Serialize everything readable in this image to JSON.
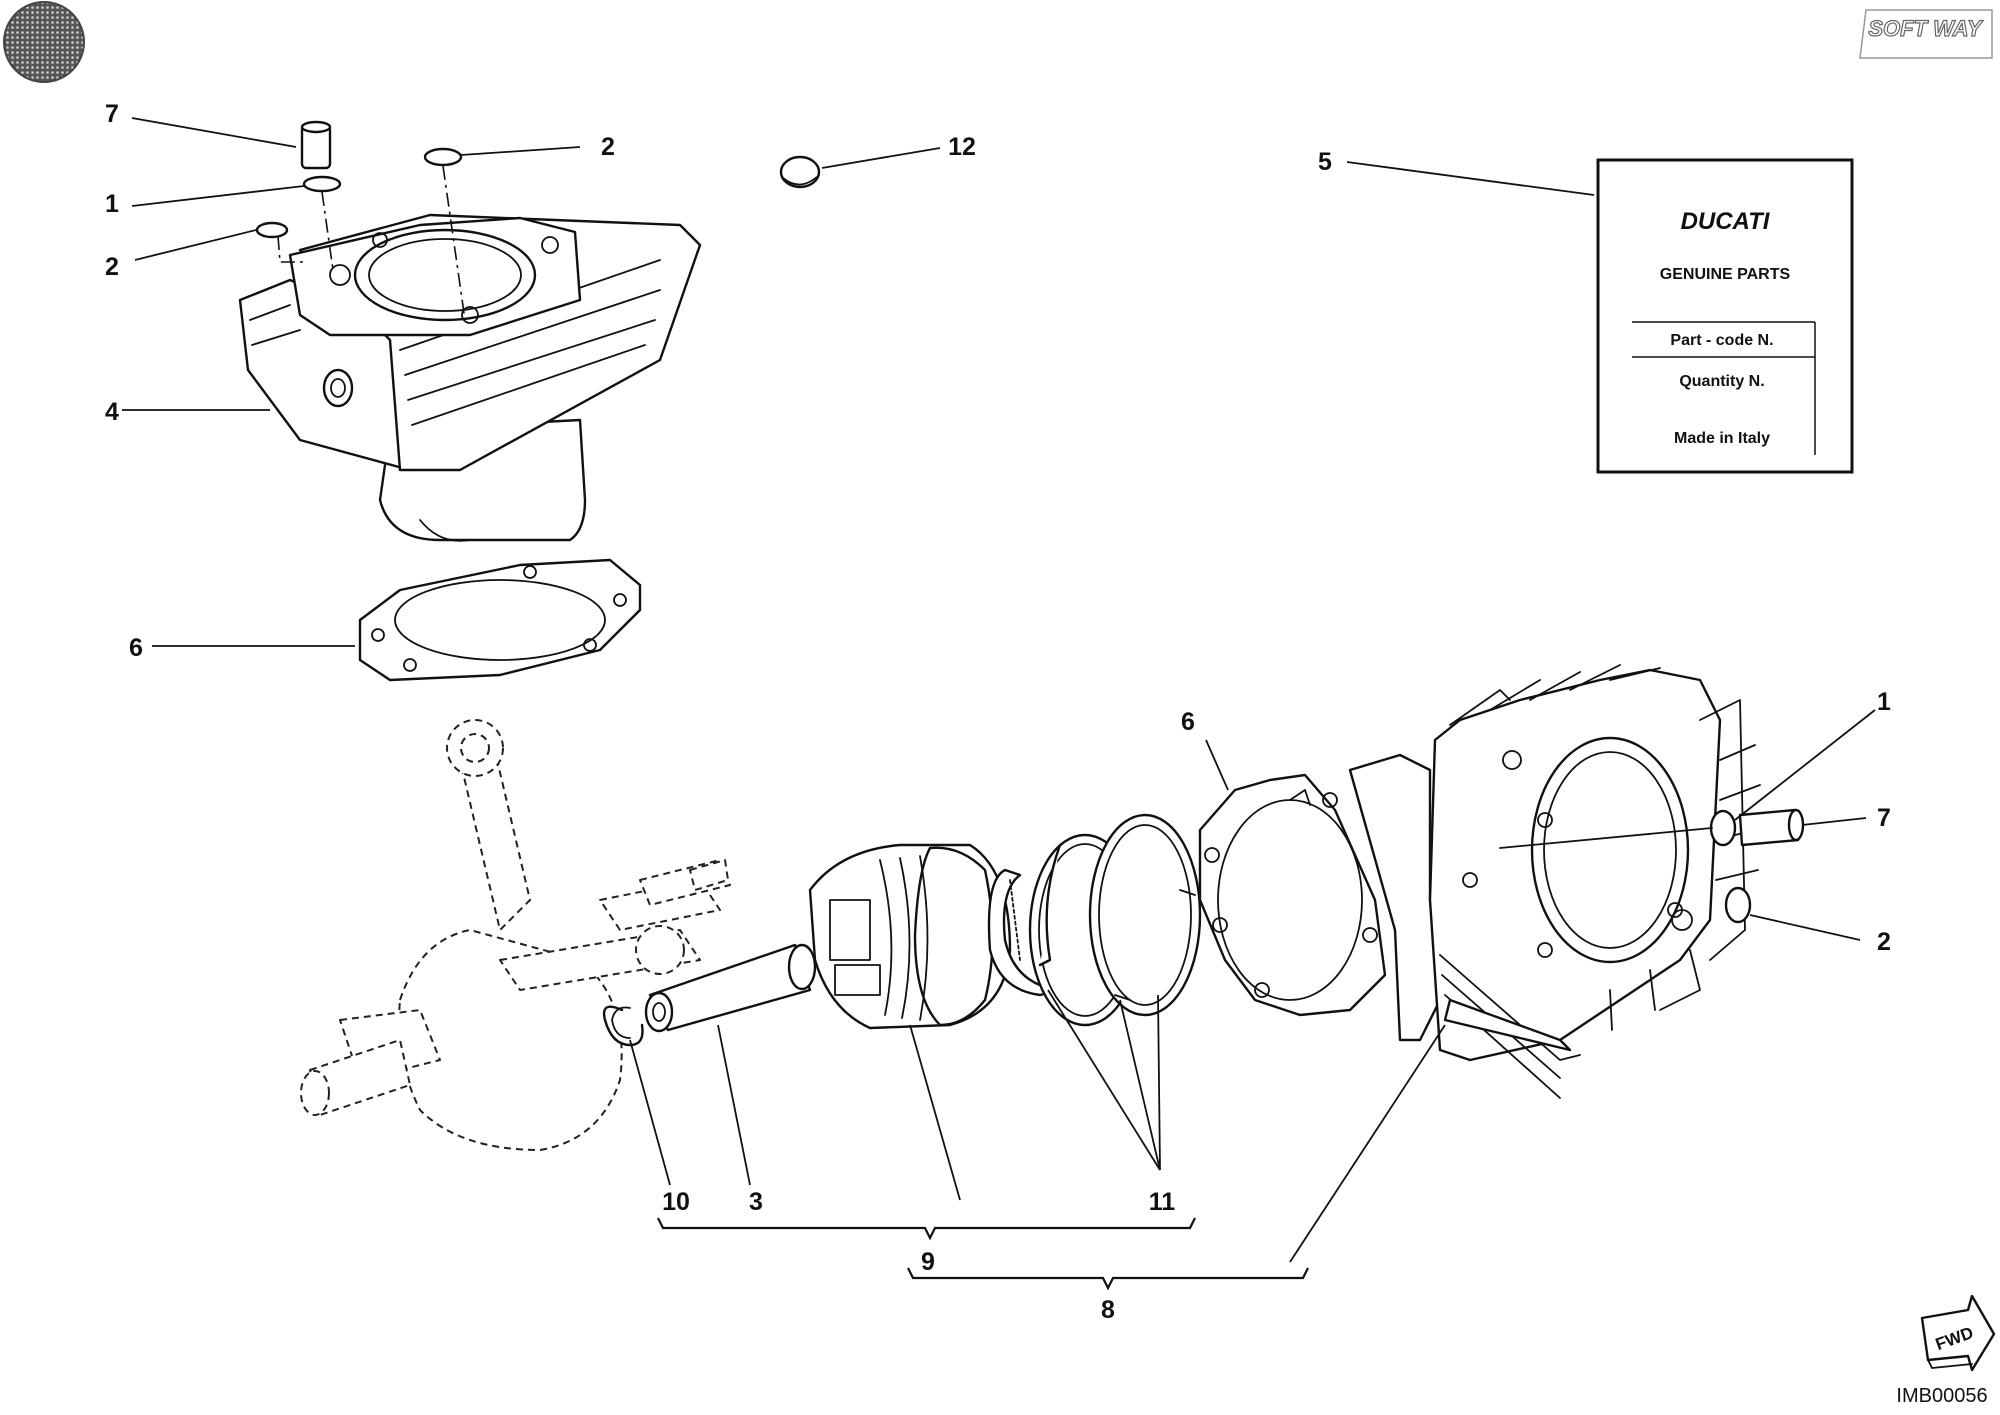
{
  "brand": {
    "softway_logo_text": "SOFT WAY",
    "ducati_logo_text": "DUCATI"
  },
  "parts_label": {
    "line1": "GENUINE PARTS",
    "line2": "Part - code N.",
    "line3": "Quantity N.",
    "line4": "Made in Italy"
  },
  "callouts": {
    "c1_top": "1",
    "c2_top_right": "2",
    "c2_top_left": "2",
    "c4": "4",
    "c5": "5",
    "c6_top": "6",
    "c7_top": "7",
    "c12": "12",
    "c1_right": "1",
    "c2_right": "2",
    "c7_right": "7",
    "c6_lower": "6",
    "c10": "10",
    "c3": "3",
    "c11": "11",
    "c9": "9",
    "c8": "8"
  },
  "fwd_badge": "FWD",
  "image_code": "IMB00056"
}
